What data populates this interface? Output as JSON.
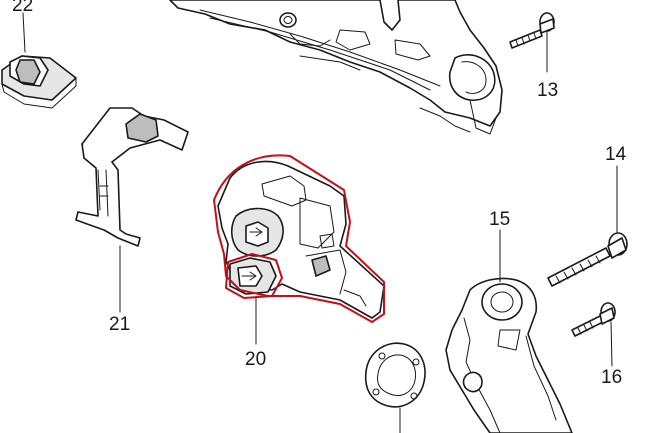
{
  "callouts": {
    "p22": "22",
    "p13": "13",
    "p14": "14",
    "p15": "15",
    "p16": "16",
    "p20": "20",
    "p21": "21"
  },
  "colors": {
    "line": "#1a1a1a",
    "highlight": "#c0101a",
    "part_fill": "#e6e6e6"
  }
}
